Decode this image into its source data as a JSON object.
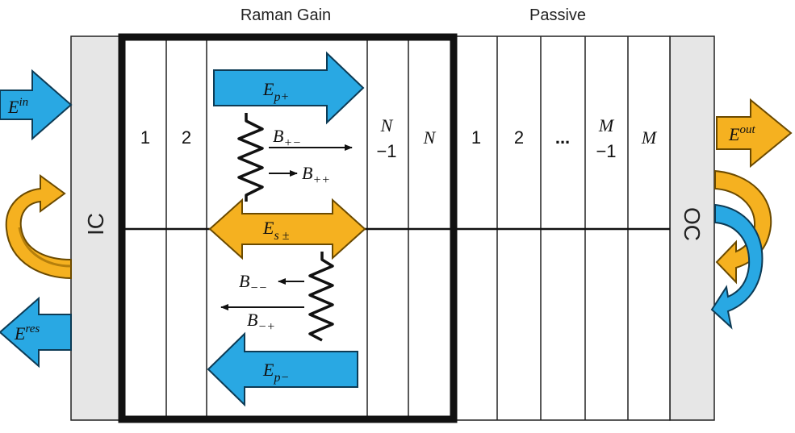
{
  "headers": {
    "gain": "Raman Gain",
    "passive": "Passive"
  },
  "mirrors": {
    "input": "IC",
    "output": "OC"
  },
  "gain_slices": {
    "first": "1",
    "second": "2",
    "n_minus_1_top": "N",
    "n_minus_1_bottom": "−1",
    "last": "N"
  },
  "passive_slices": {
    "first": "1",
    "second": "2",
    "ellipsis": "...",
    "m_minus_1_top": "M",
    "m_minus_1_bottom": "−1",
    "last": "M"
  },
  "fields": {
    "pump_forward": {
      "base": "E",
      "sub": "p+"
    },
    "pump_backward": {
      "base": "E",
      "sub": "p−"
    },
    "stokes": {
      "base": "E",
      "sub": "s ±"
    },
    "input": {
      "base": "E",
      "sup": "in"
    },
    "output": {
      "base": "E",
      "sup": "out"
    },
    "residual": {
      "base": "E",
      "sup": "res"
    }
  },
  "phonons": {
    "b_pm": {
      "base": "B",
      "sub": "+−"
    },
    "b_pp": {
      "base": "B",
      "sub": "++"
    },
    "b_mm": {
      "base": "B",
      "sub": "−−"
    },
    "b_mp": {
      "base": "B",
      "sub": "−+"
    }
  },
  "colors": {
    "pump": "#29a8e3",
    "stokes": "#f5b120",
    "mirror": "#e6e6e6",
    "line": "#111111"
  }
}
